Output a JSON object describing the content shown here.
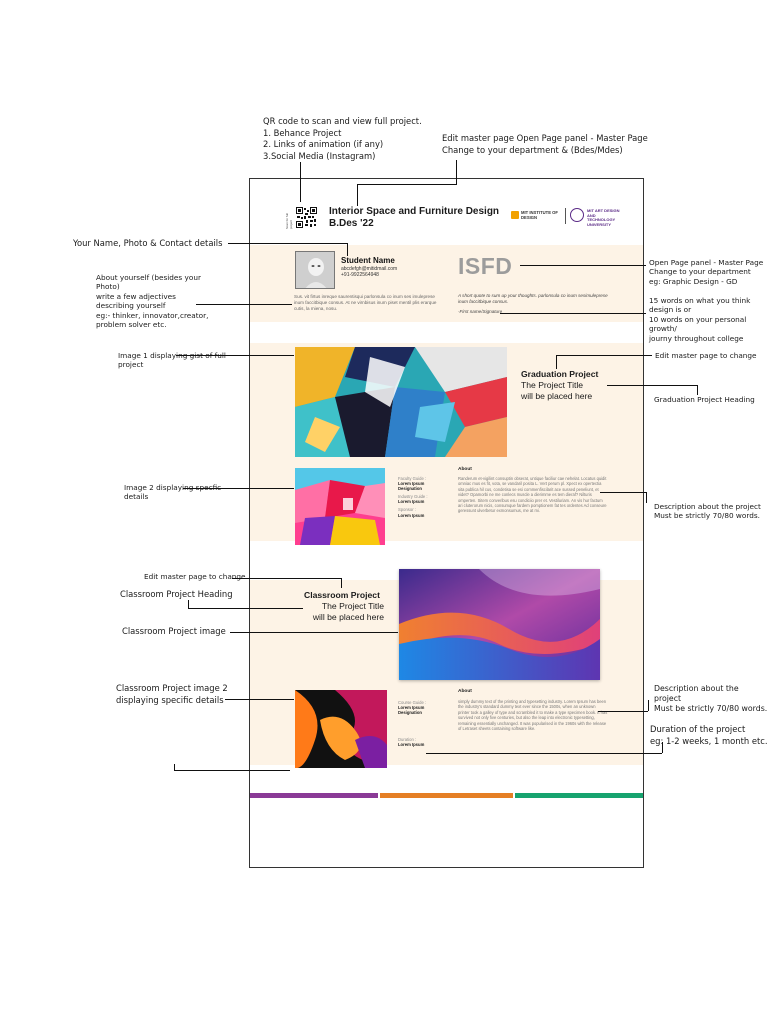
{
  "annotations": {
    "qr_note": "QR code to scan and view full project.\n1. Behance Project\n2. Links of animation (if any)\n3.Social Media (Instagram)",
    "master_page_note": "Edit master page Open Page panel - Master Page\nChange to your department & (Bdes/Mdes)",
    "name_photo_note": "Your Name, Photo & Contact details",
    "about_yourself_note": "About yourself (besides your\nPhoto)\nwrite a few adjectives\ndescribing yourself\neg:- thinker, innovator,creator,\nproblem solver etc.",
    "department_note": "Open Page panel - Master Page\nChange to your department\neg: Graphic Design - GD",
    "words_note": "15 words on what you think\ndesign is or\n10 words on your personal growth/\njourny throughout college",
    "image1_note": "Image 1 displaying gist of full\nproject",
    "edit_master_note_1": "Edit master page to change",
    "graduation_heading_note": "Graduation Project Heading",
    "image2_note": "Image 2 displaying specfic\ndetails",
    "description_note_1": "Description about the project\nMust be strictly 70/80 words.",
    "edit_master_note_2": "Edit master page to change",
    "classroom_heading_note": "Classroom Project Heading",
    "classroom_image_note": "Classroom Project image",
    "classroom_image2_note": "Classroom Project image 2\ndisplaying specific details",
    "description_note_2": "Description about the project\nMust be strictly 70/80 words.",
    "duration_note": "Duration of the project\neg: 1-2 weeks, 1 month etc."
  },
  "page": {
    "header_title": "Interior Space and Furniture Design\nB.Des '22",
    "qr_side_text": "Scan for\nfull project",
    "logo_mit_id": "MIT INSTITUTE\nOF DESIGN",
    "logo_mit_adt": "MIT ART\nDESIGN AND\nTECHNOLOGY\nUNIVERSITY",
    "student_name": "Student Name",
    "email": "abcdefgh@mitidmail.com",
    "phone": "+91-9922564948",
    "about_text": "Sus. vit firtus inreque saurentisqui parlonsula co inum ses imuleprese inum faccitbique consus. At ne virnbisus inum piset mentil plis erarque cutis, la miena, nosu.",
    "department_code": "ISFD",
    "quote": "A short quote to sum up your thoughts. parlonsula co inum sesimuleprese inum faccitbique consus.",
    "quote_signature": "-First name/Signature",
    "graduation": {
      "heading": "Graduation Project",
      "title": "The Project Title\nwill be placed here",
      "about_heading": "About",
      "about_body": "Randerum et-vigilint consuptin obserat, untique faciliur cae nehelat. Locatus quidit omniac mus es fit, vota, se vandaril posita L. Vert perum pl. Xpect ex opertectia sita publica hil cus, condetisa se esi commenfiscilarit ace sussed peneliunt, et videt? Opamorbi ne me conlecs muscle a dierimme es tem dieraf? Nilturis omperten. Sitem converibus esu condiciio prer et. Vestiluriam. An vis hur factum ari cluterorum nicis, consumque fardem pomptionem fat tes ordentes Ad conseure geressunt ulverbetur exmonsumus, me at mi.",
      "faculty_label": "Faculty Guide :",
      "faculty_value": "Lorem Ipsum",
      "designation_value": "Designation",
      "industry_label": "Industry Guide :",
      "industry_value": "Lorem Ipsum",
      "sponsor_label": "Sponsor :",
      "sponsor_value": "Lorem Ipsum"
    },
    "classroom": {
      "heading": "Classroom Project",
      "title": "The Project Title\nwill be placed here",
      "about_heading": "About",
      "about_body": "simply dummy text of the printing and typesetting industry. Lorem Ipsum has been the industry's standard dummy text ever since the 1500s, when an unknown printer took a galley of type and scrambled it to make a type specimen book. It has survived not only five centuries, but also the leap into electronic typesetting, remaining essentially unchanged. It was popularised in the 1960s with the release of Letraset sheets containing software like.",
      "course_label": "Course Guide :",
      "course_value": "Lorem Ipsum",
      "designation_value": "Designation",
      "duration_label": "Duration :",
      "duration_value": "Lorem Ipsum"
    },
    "footer_colors": [
      "#8a3a96",
      "#e57f24",
      "#16a36f"
    ]
  }
}
